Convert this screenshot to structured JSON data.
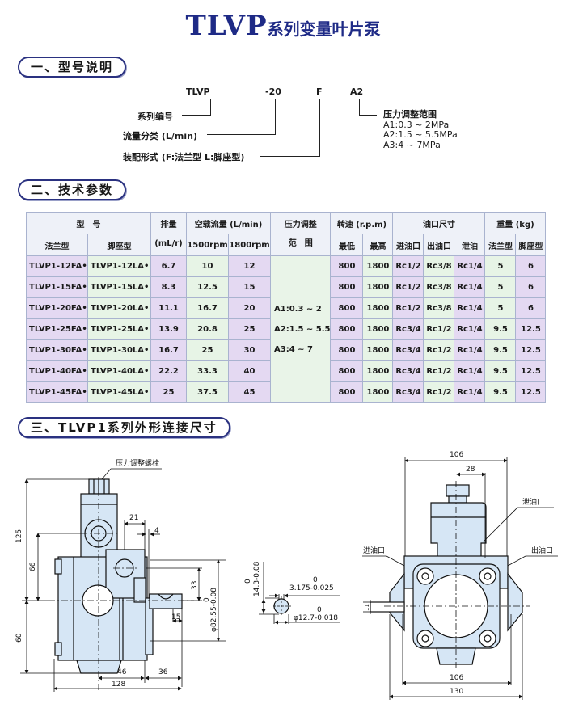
{
  "title": {
    "latin": "TLVP",
    "cjk": "系列变量叶片泵"
  },
  "sections": {
    "model": "一、型号说明",
    "tech": "二、技术参数",
    "dims": "三、TLVP1系列外形连接尺寸"
  },
  "model_code": {
    "parts": [
      "TLVP",
      "-20",
      "F",
      "A2"
    ],
    "labels": {
      "series": "系列编号",
      "flow": "流量分类 (L/min)",
      "mount": "装配形式 (F:法兰型 L:脚座型)"
    },
    "pressure_title": "压力调整范围",
    "pressure_options": [
      "A1:0.3 ~ 2MPa",
      "A2:1.5 ~ 5.5MPa",
      "A3:4 ~ 7MPa"
    ]
  },
  "table": {
    "header_row1": {
      "model": "型　号",
      "displacement": "排量",
      "flow": "空载流量 (L/min)",
      "pressure": "压力调整",
      "speed": "转速 (r.p.m)",
      "ports": "油口尺寸",
      "weight": "重量 (kg)"
    },
    "header_row2": {
      "flange": "法兰型",
      "foot": "脚座型",
      "displacement_unit": "(mL/r)",
      "rpm1500": "1500rpm",
      "rpm1800": "1800rpm",
      "pressure_range": "范　围",
      "min": "最低",
      "max": "最高",
      "inlet": "进油口",
      "outlet": "出油口",
      "drain": "泄油",
      "w_flange": "法兰型",
      "w_foot": "脚座型"
    },
    "pressure_ranges": [
      "A1:0.3 ~ 2",
      "A2:1.5 ~ 5.5",
      "A3:4 ~ 7"
    ],
    "rows": [
      {
        "flange": "TLVP1-12FA•",
        "foot": "TLVP1-12LA•",
        "disp": "6.7",
        "q1500": "10",
        "q1800": "12",
        "min": "800",
        "max": "1800",
        "inlet": "Rc1/2",
        "outlet": "Rc3/8",
        "drain": "Rc1/4",
        "wf": "5",
        "wl": "6"
      },
      {
        "flange": "TLVP1-15FA•",
        "foot": "TLVP1-15LA•",
        "disp": "8.3",
        "q1500": "12.5",
        "q1800": "15",
        "min": "800",
        "max": "1800",
        "inlet": "Rc1/2",
        "outlet": "Rc3/8",
        "drain": "Rc1/4",
        "wf": "5",
        "wl": "6"
      },
      {
        "flange": "TLVP1-20FA•",
        "foot": "TLVP1-20LA•",
        "disp": "11.1",
        "q1500": "16.7",
        "q1800": "20",
        "min": "800",
        "max": "1800",
        "inlet": "Rc1/2",
        "outlet": "Rc3/8",
        "drain": "Rc1/4",
        "wf": "5",
        "wl": "6"
      },
      {
        "flange": "TLVP1-25FA•",
        "foot": "TLVP1-25LA•",
        "disp": "13.9",
        "q1500": "20.8",
        "q1800": "25",
        "min": "800",
        "max": "1800",
        "inlet": "Rc3/4",
        "outlet": "Rc1/2",
        "drain": "Rc1/4",
        "wf": "9.5",
        "wl": "12.5"
      },
      {
        "flange": "TLVP1-30FA•",
        "foot": "TLVP1-30LA•",
        "disp": "16.7",
        "q1500": "25",
        "q1800": "30",
        "min": "800",
        "max": "1800",
        "inlet": "Rc3/4",
        "outlet": "Rc1/2",
        "drain": "Rc1/4",
        "wf": "9.5",
        "wl": "12.5"
      },
      {
        "flange": "TLVP1-40FA•",
        "foot": "TLVP1-40LA•",
        "disp": "22.2",
        "q1500": "33.3",
        "q1800": "40",
        "min": "800",
        "max": "1800",
        "inlet": "Rc3/4",
        "outlet": "Rc1/2",
        "drain": "Rc1/4",
        "wf": "9.5",
        "wl": "12.5"
      },
      {
        "flange": "TLVP1-45FA•",
        "foot": "TLVP1-45LA•",
        "disp": "25",
        "q1500": "37.5",
        "q1800": "45",
        "min": "800",
        "max": "1800",
        "inlet": "Rc3/4",
        "outlet": "Rc1/2",
        "drain": "Rc1/4",
        "wf": "9.5",
        "wl": "12.5"
      }
    ]
  },
  "drawing_side": {
    "callout": "压力调整螺栓",
    "dims": {
      "h125": "125",
      "h66": "66",
      "h60": "60",
      "w21": "21",
      "w4": "4",
      "h33": "33",
      "dia": "φ82.55-0.08",
      "dia_upper": "0",
      "w15": "15",
      "w46": "46",
      "w36": "36",
      "w128": "128"
    }
  },
  "drawing_shaft": {
    "h_key": "14.3-0.08",
    "h_key_upper": "0",
    "key_w": "3.175-0.025",
    "key_w_upper": "0",
    "dia": "φ12.7-0.018",
    "dia_upper": "0"
  },
  "drawing_front": {
    "labels": {
      "drain": "泄油口",
      "inlet": "进油口",
      "outlet": "出油口"
    },
    "dims": {
      "top106": "106",
      "w28": "28",
      "w11": "11",
      "bottom106": "106",
      "w130": "130"
    }
  },
  "colors": {
    "title": "#1e2a86",
    "pill_border": "#2a3180",
    "body_fill": "#d6e6f5"
  }
}
